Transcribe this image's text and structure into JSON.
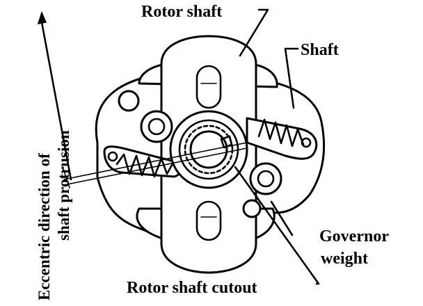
{
  "labels": {
    "rotor_shaft": "Rotor shaft",
    "shaft": "Shaft",
    "governor_weight_line1": "Governor",
    "governor_weight_line2": "weight",
    "rotor_shaft_cutout": "Rotor shaft cutout",
    "eccentric_line1": "Eccentric direction of",
    "eccentric_line2": "shaft protrusion"
  }
}
